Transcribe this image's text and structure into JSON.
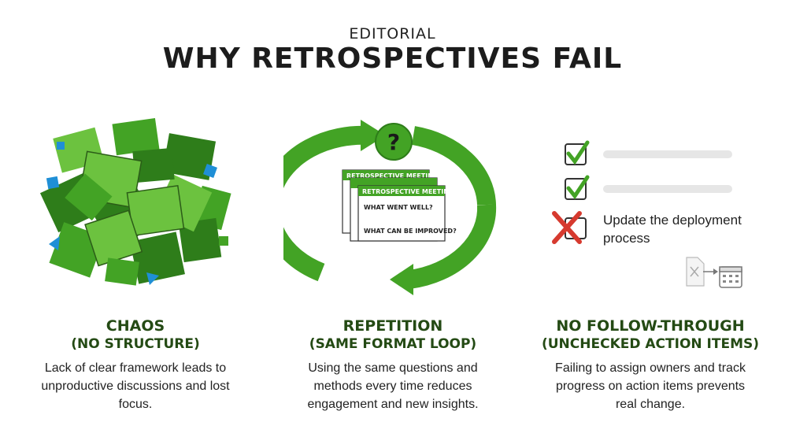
{
  "header": {
    "kicker": "EDITORIAL",
    "title": "WHY RETROSPECTIVES FAIL"
  },
  "columns": [
    {
      "id": "chaos",
      "heading": "CHAOS",
      "subheading": "(NO STRUCTURE)",
      "body": "Lack of clear framework leads to unproductive discussions and lost focus.",
      "icon": "scattered-sticky-notes-icon"
    },
    {
      "id": "repetition",
      "heading": "REPETITION",
      "subheading": "(SAME FORMAT LOOP)",
      "body": "Using the same questions and methods every time reduces engagement and new insights.",
      "icon": "loop-arrows-icon",
      "cards": {
        "back_header": "RETROSPECTIVE MEETING",
        "front_header": "RETROSPECTIVE MEETING",
        "q1": "WHAT WENT WELL?",
        "q2": "WHAT CAN BE IMPROVED?",
        "badge": "?"
      }
    },
    {
      "id": "follow-through",
      "heading": "NO FOLLOW-THROUGH",
      "subheading": "(UNCHECKED ACTION ITEMS)",
      "body": "Failing to assign owners and track progress on action items prevents real change.",
      "icon": "checklist-icon",
      "unchecked_item": "Update the deployment process"
    }
  ],
  "colors": {
    "green_dark": "#2e7d1a",
    "green_mid": "#43a325",
    "green_light": "#6cc23f",
    "blue": "#1f8fd6",
    "red": "#d63a2f",
    "heading": "#244a14"
  }
}
